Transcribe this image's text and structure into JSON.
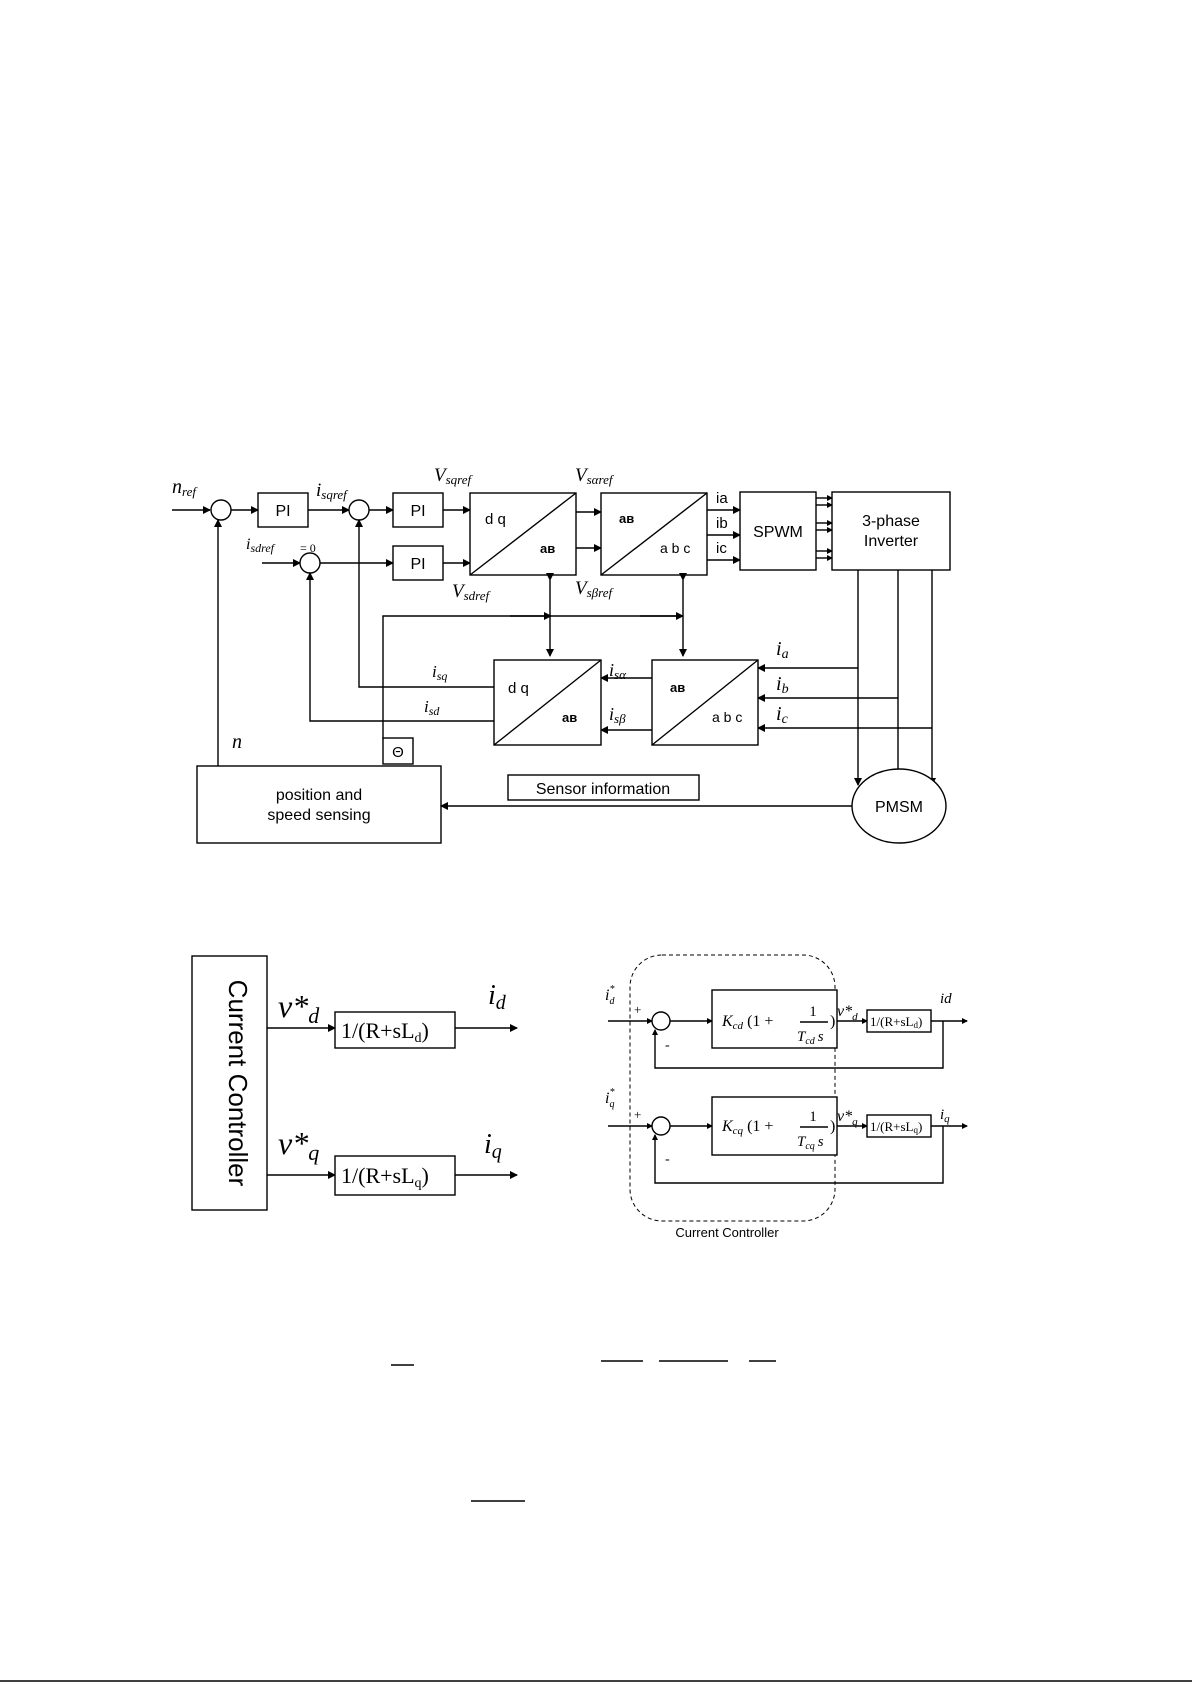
{
  "figure1": {
    "inputs": {
      "n_ref": "n",
      "n_ref_sub": "ref",
      "i_sqref": "i",
      "i_sqref_sub": "sqref",
      "i_sdref": "i",
      "i_sdref_sub": "sdref",
      "i_sdref_val": "= 0"
    },
    "blocks": {
      "pi1": "PI",
      "pi2": "PI",
      "pi3": "PI",
      "dq_ab_top_left": "d q",
      "dq_ab_top_right": "aв",
      "ab_abc_top_left": "aв",
      "ab_abc_top_right": "a b c",
      "spwm": "SPWM",
      "inverter_line1": "3-phase",
      "inverter_line2": "Inverter",
      "dq_ab_bot_left": "d q",
      "dq_ab_bot_right": "aв",
      "ab_abc_bot_left": "aв",
      "ab_abc_bot_right": "a b c",
      "sensing_line1": "position and",
      "sensing_line2": "speed sensing",
      "pmsm": "PMSM",
      "sensor_info": "Sensor information",
      "theta": "Θ"
    },
    "signals": {
      "v_sqref": "V",
      "v_sqref_sub": "sqref",
      "v_saref": "V",
      "v_saref_sub": "sαref",
      "v_sdref": "V",
      "v_sdref_sub": "sdref",
      "v_sbref": "V",
      "v_sbref_sub": "sβref",
      "ia_out": "ia",
      "ib_out": "ib",
      "ic_out": "ic",
      "ia_fb": "i",
      "ia_fb_sub": "a",
      "ib_fb": "i",
      "ib_fb_sub": "b",
      "ic_fb": "i",
      "ic_fb_sub": "c",
      "isa": "i",
      "isa_sub": "sα",
      "isb": "i",
      "isb_sub": "sβ",
      "isq": "i",
      "isq_sub": "sq",
      "isd": "i",
      "isd_sub": "sd",
      "n": "n"
    }
  },
  "figure2": {
    "controller_label": "Current Controller",
    "vd": "v*",
    "vd_sub": "d",
    "vq": "v*",
    "vq_sub": "q",
    "plant_d": "1/(R+sL",
    "plant_d_sub": "d",
    "plant_q": "1/(R+sL",
    "plant_q_sub": "q",
    "id": "i",
    "id_sub": "d",
    "iq": "i",
    "iq_sub": "q"
  },
  "figure3": {
    "id_star": "i",
    "id_star_sub": "d",
    "id_star_sup": "*",
    "iq_star": "i",
    "iq_star_sub": "q",
    "iq_star_sup": "*",
    "plus": "+",
    "minus": "-",
    "kd": "K",
    "kd_sub": "cd",
    "kd_tail": "(1 +",
    "kd_num": "1",
    "kd_den": "T",
    "kd_den_sub": "cd",
    "kd_s": "s",
    "kd_close": ")",
    "kq": "K",
    "kq_sub": "cq",
    "kq_tail": "(1 +",
    "kq_num": "1",
    "kq_den": "T",
    "kq_den_sub": "cq",
    "kq_s": "s",
    "kq_close": ")",
    "vd": "v*",
    "vd_sub": "d",
    "vq": "v*",
    "vq_sub": "q",
    "plant_d": "1/(R+sL",
    "plant_d_sub": "d",
    "plant_d_close": ")",
    "plant_q": "1/(R+sL",
    "plant_q_sub": "q",
    "plant_q_close": ")",
    "id": "id",
    "iq": "i",
    "iq_sub": "q",
    "caption": "Current Controller"
  }
}
